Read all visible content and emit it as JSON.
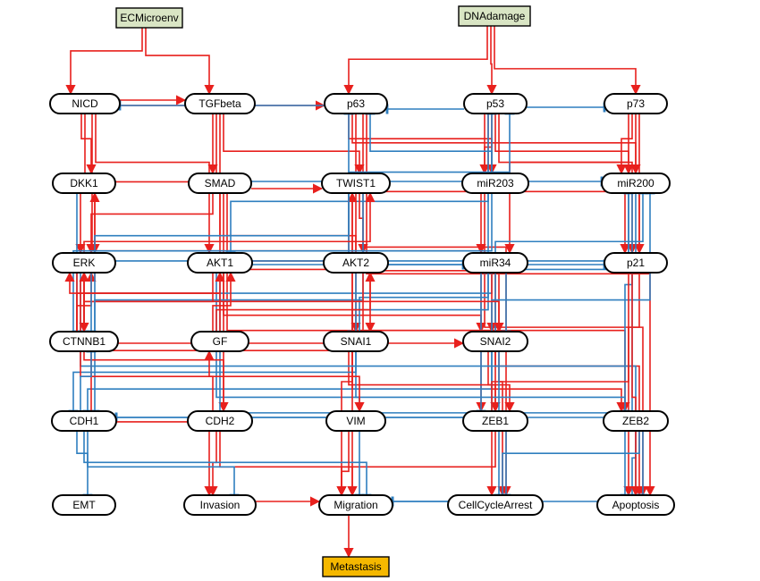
{
  "colors": {
    "activation": "#e8201d",
    "inhibition": "#2f7fbf",
    "input_fill": "#d9e5c4",
    "output_fill": "#f5b800",
    "node_fill": "#ffffff",
    "node_stroke": "#000000"
  },
  "nodes": [
    {
      "id": "ECMicroenv",
      "label": "ECMicroenv",
      "kind": "input"
    },
    {
      "id": "DNAdamage",
      "label": "DNAdamage",
      "kind": "input"
    },
    {
      "id": "NICD",
      "label": "NICD",
      "kind": "node"
    },
    {
      "id": "TGFbeta",
      "label": "TGFbeta",
      "kind": "node"
    },
    {
      "id": "p63",
      "label": "p63",
      "kind": "node"
    },
    {
      "id": "p53",
      "label": "p53",
      "kind": "node"
    },
    {
      "id": "p73",
      "label": "p73",
      "kind": "node"
    },
    {
      "id": "DKK1",
      "label": "DKK1",
      "kind": "node"
    },
    {
      "id": "SMAD",
      "label": "SMAD",
      "kind": "node"
    },
    {
      "id": "TWIST1",
      "label": "TWIST1",
      "kind": "node"
    },
    {
      "id": "miR203",
      "label": "miR203",
      "kind": "node"
    },
    {
      "id": "miR200",
      "label": "miR200",
      "kind": "node"
    },
    {
      "id": "ERK",
      "label": "ERK",
      "kind": "node"
    },
    {
      "id": "AKT1",
      "label": "AKT1",
      "kind": "node"
    },
    {
      "id": "AKT2",
      "label": "AKT2",
      "kind": "node"
    },
    {
      "id": "miR34",
      "label": "miR34",
      "kind": "node"
    },
    {
      "id": "p21",
      "label": "p21",
      "kind": "node"
    },
    {
      "id": "CTNNB1",
      "label": "CTNNB1",
      "kind": "node"
    },
    {
      "id": "GF",
      "label": "GF",
      "kind": "node"
    },
    {
      "id": "SNAI1",
      "label": "SNAI1",
      "kind": "node"
    },
    {
      "id": "SNAI2",
      "label": "SNAI2",
      "kind": "node"
    },
    {
      "id": "CDH1",
      "label": "CDH1",
      "kind": "node"
    },
    {
      "id": "CDH2",
      "label": "CDH2",
      "kind": "node"
    },
    {
      "id": "VIM",
      "label": "VIM",
      "kind": "node"
    },
    {
      "id": "ZEB1",
      "label": "ZEB1",
      "kind": "node"
    },
    {
      "id": "ZEB2",
      "label": "ZEB2",
      "kind": "node"
    },
    {
      "id": "EMT",
      "label": "EMT",
      "kind": "node"
    },
    {
      "id": "Invasion",
      "label": "Invasion",
      "kind": "node"
    },
    {
      "id": "Migration",
      "label": "Migration",
      "kind": "node"
    },
    {
      "id": "CellCycleArrest",
      "label": "CellCycleArrest",
      "kind": "node"
    },
    {
      "id": "Apoptosis",
      "label": "Apoptosis",
      "kind": "node"
    },
    {
      "id": "Metastasis",
      "label": "Metastasis",
      "kind": "output"
    }
  ],
  "edges": [
    {
      "source": "ECMicroenv",
      "target": "NICD",
      "type": "activation"
    },
    {
      "source": "ECMicroenv",
      "target": "TGFbeta",
      "type": "activation"
    },
    {
      "source": "DNAdamage",
      "target": "p63",
      "type": "activation"
    },
    {
      "source": "DNAdamage",
      "target": "p53",
      "type": "activation"
    },
    {
      "source": "DNAdamage",
      "target": "p73",
      "type": "activation"
    },
    {
      "source": "NICD",
      "target": "TGFbeta",
      "type": "activation"
    },
    {
      "source": "NICD",
      "target": "DKK1",
      "type": "activation"
    },
    {
      "source": "NICD",
      "target": "ERK",
      "type": "activation"
    },
    {
      "source": "NICD",
      "target": "p63",
      "type": "activation"
    },
    {
      "source": "NICD",
      "target": "SNAI2",
      "type": "activation"
    },
    {
      "source": "NICD",
      "target": "AKT1",
      "type": "activation"
    },
    {
      "source": "TGFbeta",
      "target": "SMAD",
      "type": "activation"
    },
    {
      "source": "TGFbeta",
      "target": "ERK",
      "type": "activation"
    },
    {
      "source": "TGFbeta",
      "target": "SNAI1",
      "type": "activation"
    },
    {
      "source": "TGFbeta",
      "target": "TWIST1",
      "type": "activation"
    },
    {
      "source": "SMAD",
      "target": "ERK",
      "type": "activation"
    },
    {
      "source": "SMAD",
      "target": "miR200",
      "type": "inhibition"
    },
    {
      "source": "SMAD",
      "target": "SNAI1",
      "type": "activation"
    },
    {
      "source": "SMAD",
      "target": "ZEB1",
      "type": "activation"
    },
    {
      "source": "SMAD",
      "target": "ZEB2",
      "type": "activation"
    },
    {
      "source": "SMAD",
      "target": "TWIST1",
      "type": "activation"
    },
    {
      "source": "p63",
      "target": "miR203",
      "type": "activation"
    },
    {
      "source": "p63",
      "target": "miR200",
      "type": "activation"
    },
    {
      "source": "p63",
      "target": "p21",
      "type": "activation"
    },
    {
      "source": "p63",
      "target": "NICD",
      "type": "inhibition"
    },
    {
      "source": "p63",
      "target": "CellCycleArrest",
      "type": "activation"
    },
    {
      "source": "p63",
      "target": "Apoptosis",
      "type": "activation"
    },
    {
      "source": "p53",
      "target": "miR34",
      "type": "activation"
    },
    {
      "source": "p53",
      "target": "miR203",
      "type": "activation"
    },
    {
      "source": "p53",
      "target": "miR200",
      "type": "activation"
    },
    {
      "source": "p53",
      "target": "p21",
      "type": "activation"
    },
    {
      "source": "p53",
      "target": "p73",
      "type": "inhibition"
    },
    {
      "source": "p53",
      "target": "p63",
      "type": "inhibition"
    },
    {
      "source": "p53",
      "target": "Apoptosis",
      "type": "activation"
    },
    {
      "source": "p53",
      "target": "AKT1",
      "type": "inhibition"
    },
    {
      "source": "p73",
      "target": "miR34",
      "type": "activation"
    },
    {
      "source": "p73",
      "target": "miR200",
      "type": "activation"
    },
    {
      "source": "p73",
      "target": "p21",
      "type": "activation"
    },
    {
      "source": "p73",
      "target": "Apoptosis",
      "type": "activation"
    },
    {
      "source": "miR34",
      "target": "SNAI1",
      "type": "inhibition"
    },
    {
      "source": "miR34",
      "target": "CTNNB1",
      "type": "inhibition"
    },
    {
      "source": "miR34",
      "target": "Apoptosis",
      "type": "activation"
    },
    {
      "source": "miR34",
      "target": "CellCycleArrest",
      "type": "activation"
    },
    {
      "source": "miR203",
      "target": "SNAI2",
      "type": "inhibition"
    },
    {
      "source": "miR203",
      "target": "p63",
      "type": "inhibition"
    },
    {
      "source": "miR200",
      "target": "ZEB1",
      "type": "inhibition"
    },
    {
      "source": "miR200",
      "target": "ZEB2",
      "type": "inhibition"
    },
    {
      "source": "miR200",
      "target": "CTNNB1",
      "type": "inhibition"
    },
    {
      "source": "TWIST1",
      "target": "SNAI2",
      "type": "activation"
    },
    {
      "source": "TWIST1",
      "target": "ZEB1",
      "type": "activation"
    },
    {
      "source": "TWIST1",
      "target": "CDH2",
      "type": "activation"
    },
    {
      "source": "TWIST1",
      "target": "AKT2",
      "type": "activation"
    },
    {
      "source": "TWIST1",
      "target": "CDH1",
      "type": "inhibition"
    },
    {
      "source": "SNAI1",
      "target": "ZEB1",
      "type": "activation"
    },
    {
      "source": "SNAI1",
      "target": "ZEB2",
      "type": "activation"
    },
    {
      "source": "SNAI1",
      "target": "CDH1",
      "type": "inhibition"
    },
    {
      "source": "SNAI1",
      "target": "miR34",
      "type": "inhibition"
    },
    {
      "source": "SNAI1",
      "target": "TWIST1",
      "type": "activation"
    },
    {
      "source": "SNAI2",
      "target": "ZEB1",
      "type": "activation"
    },
    {
      "source": "SNAI2",
      "target": "CDH1",
      "type": "inhibition"
    },
    {
      "source": "SNAI2",
      "target": "miR200",
      "type": "inhibition"
    },
    {
      "source": "ZEB1",
      "target": "CDH1",
      "type": "inhibition"
    },
    {
      "source": "ZEB1",
      "target": "miR200",
      "type": "inhibition"
    },
    {
      "source": "ZEB1",
      "target": "Migration",
      "type": "activation"
    },
    {
      "source": "ZEB2",
      "target": "CDH1",
      "type": "inhibition"
    },
    {
      "source": "ZEB2",
      "target": "miR200",
      "type": "inhibition"
    },
    {
      "source": "ZEB2",
      "target": "Apoptosis",
      "type": "inhibition"
    },
    {
      "source": "AKT1",
      "target": "CTNNB1",
      "type": "activation"
    },
    {
      "source": "AKT1",
      "target": "Migration",
      "type": "inhibition"
    },
    {
      "source": "AKT1",
      "target": "Apoptosis",
      "type": "inhibition"
    },
    {
      "source": "AKT1",
      "target": "p21",
      "type": "inhibition"
    },
    {
      "source": "AKT2",
      "target": "p53",
      "type": "inhibition"
    },
    {
      "source": "AKT2",
      "target": "Migration",
      "type": "activation"
    },
    {
      "source": "AKT2",
      "target": "Apoptosis",
      "type": "inhibition"
    },
    {
      "source": "AKT2",
      "target": "miR34",
      "type": "inhibition"
    },
    {
      "source": "ERK",
      "target": "Migration",
      "type": "activation"
    },
    {
      "source": "ERK",
      "target": "Apoptosis",
      "type": "inhibition"
    },
    {
      "source": "ERK",
      "target": "SNAI2",
      "type": "activation"
    },
    {
      "source": "CTNNB1",
      "target": "ERK",
      "type": "activation"
    },
    {
      "source": "CTNNB1",
      "target": "DKK1",
      "type": "activation"
    },
    {
      "source": "CTNNB1",
      "target": "TWIST1",
      "type": "activation"
    },
    {
      "source": "CTNNB1",
      "target": "SNAI2",
      "type": "activation"
    },
    {
      "source": "CTNNB1",
      "target": "Invasion",
      "type": "activation"
    },
    {
      "source": "CTNNB1",
      "target": "p63",
      "type": "inhibition"
    },
    {
      "source": "CTNNB1",
      "target": "p53",
      "type": "inhibition"
    },
    {
      "source": "CTNNB1",
      "target": "AKT1",
      "type": "activation"
    },
    {
      "source": "CTNNB1",
      "target": "VIM",
      "type": "activation"
    },
    {
      "source": "DKK1",
      "target": "CTNNB1",
      "type": "inhibition"
    },
    {
      "source": "GF",
      "target": "AKT1",
      "type": "activation"
    },
    {
      "source": "GF",
      "target": "AKT2",
      "type": "activation"
    },
    {
      "source": "GF",
      "target": "ERK",
      "type": "activation"
    },
    {
      "source": "CDH2",
      "target": "GF",
      "type": "activation"
    },
    {
      "source": "CDH2",
      "target": "Invasion",
      "type": "activation"
    },
    {
      "source": "CDH2",
      "target": "Migration",
      "type": "activation"
    },
    {
      "source": "CDH2",
      "target": "ERK",
      "type": "activation"
    },
    {
      "source": "CDH1",
      "target": "EMT",
      "type": "inhibition"
    },
    {
      "source": "CDH1",
      "target": "CTNNB1",
      "type": "inhibition"
    },
    {
      "source": "CDH1",
      "target": "Migration",
      "type": "inhibition"
    },
    {
      "source": "CDH1",
      "target": "Invasion",
      "type": "inhibition"
    },
    {
      "source": "VIM",
      "target": "Migration",
      "type": "activation"
    },
    {
      "source": "Invasion",
      "target": "Migration",
      "type": "activation"
    },
    {
      "source": "Migration",
      "target": "Metastasis",
      "type": "activation"
    },
    {
      "source": "p21",
      "target": "CellCycleArrest",
      "type": "activation"
    },
    {
      "source": "p21",
      "target": "Apoptosis",
      "type": "activation"
    },
    {
      "source": "ZEB1",
      "target": "CellCycleArrest",
      "type": "inhibition"
    },
    {
      "source": "ZEB2",
      "target": "CellCycleArrest",
      "type": "inhibition"
    },
    {
      "source": "SNAI2",
      "target": "CellCycleArrest",
      "type": "inhibition"
    },
    {
      "source": "CellCycleArrest",
      "target": "Migration",
      "type": "inhibition"
    },
    {
      "source": "Apoptosis",
      "target": "Migration",
      "type": "inhibition"
    }
  ]
}
